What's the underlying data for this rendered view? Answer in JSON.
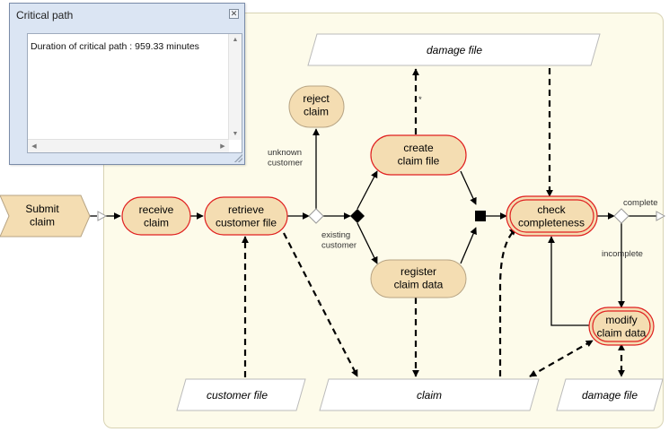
{
  "critical_path_panel": {
    "title": "Critical path",
    "close_glyph": "✕",
    "text": "Duration of critical path : 959.33 minutes"
  },
  "process": {
    "start_event": "Submit\nclaim",
    "activities": {
      "receive_claim": "receive\nclaim",
      "retrieve_customer_file": "retrieve\ncustomer file",
      "reject_claim": "reject\nclaim",
      "create_claim_file": "create\nclaim file",
      "register_claim_data": "register\nclaim data",
      "check_completeness": "check\ncompleteness",
      "modify_claim_data": "modify\nclaim data"
    },
    "data_objects": {
      "damage_file_top": "damage file",
      "customer_file": "customer file",
      "claim": "claim",
      "damage_file_bottom": "damage file"
    },
    "edge_labels": {
      "unknown_customer": "unknown\ncustomer",
      "existing_customer": "existing\ncustomer",
      "complete": "complete",
      "incomplete": "incomplete",
      "star": "*"
    }
  },
  "colors": {
    "activity_fill": "#f4ddb2",
    "critical_border": "#e02020",
    "canvas_bg": "#fdfbea",
    "panel_bg": "#dbe5f3"
  }
}
